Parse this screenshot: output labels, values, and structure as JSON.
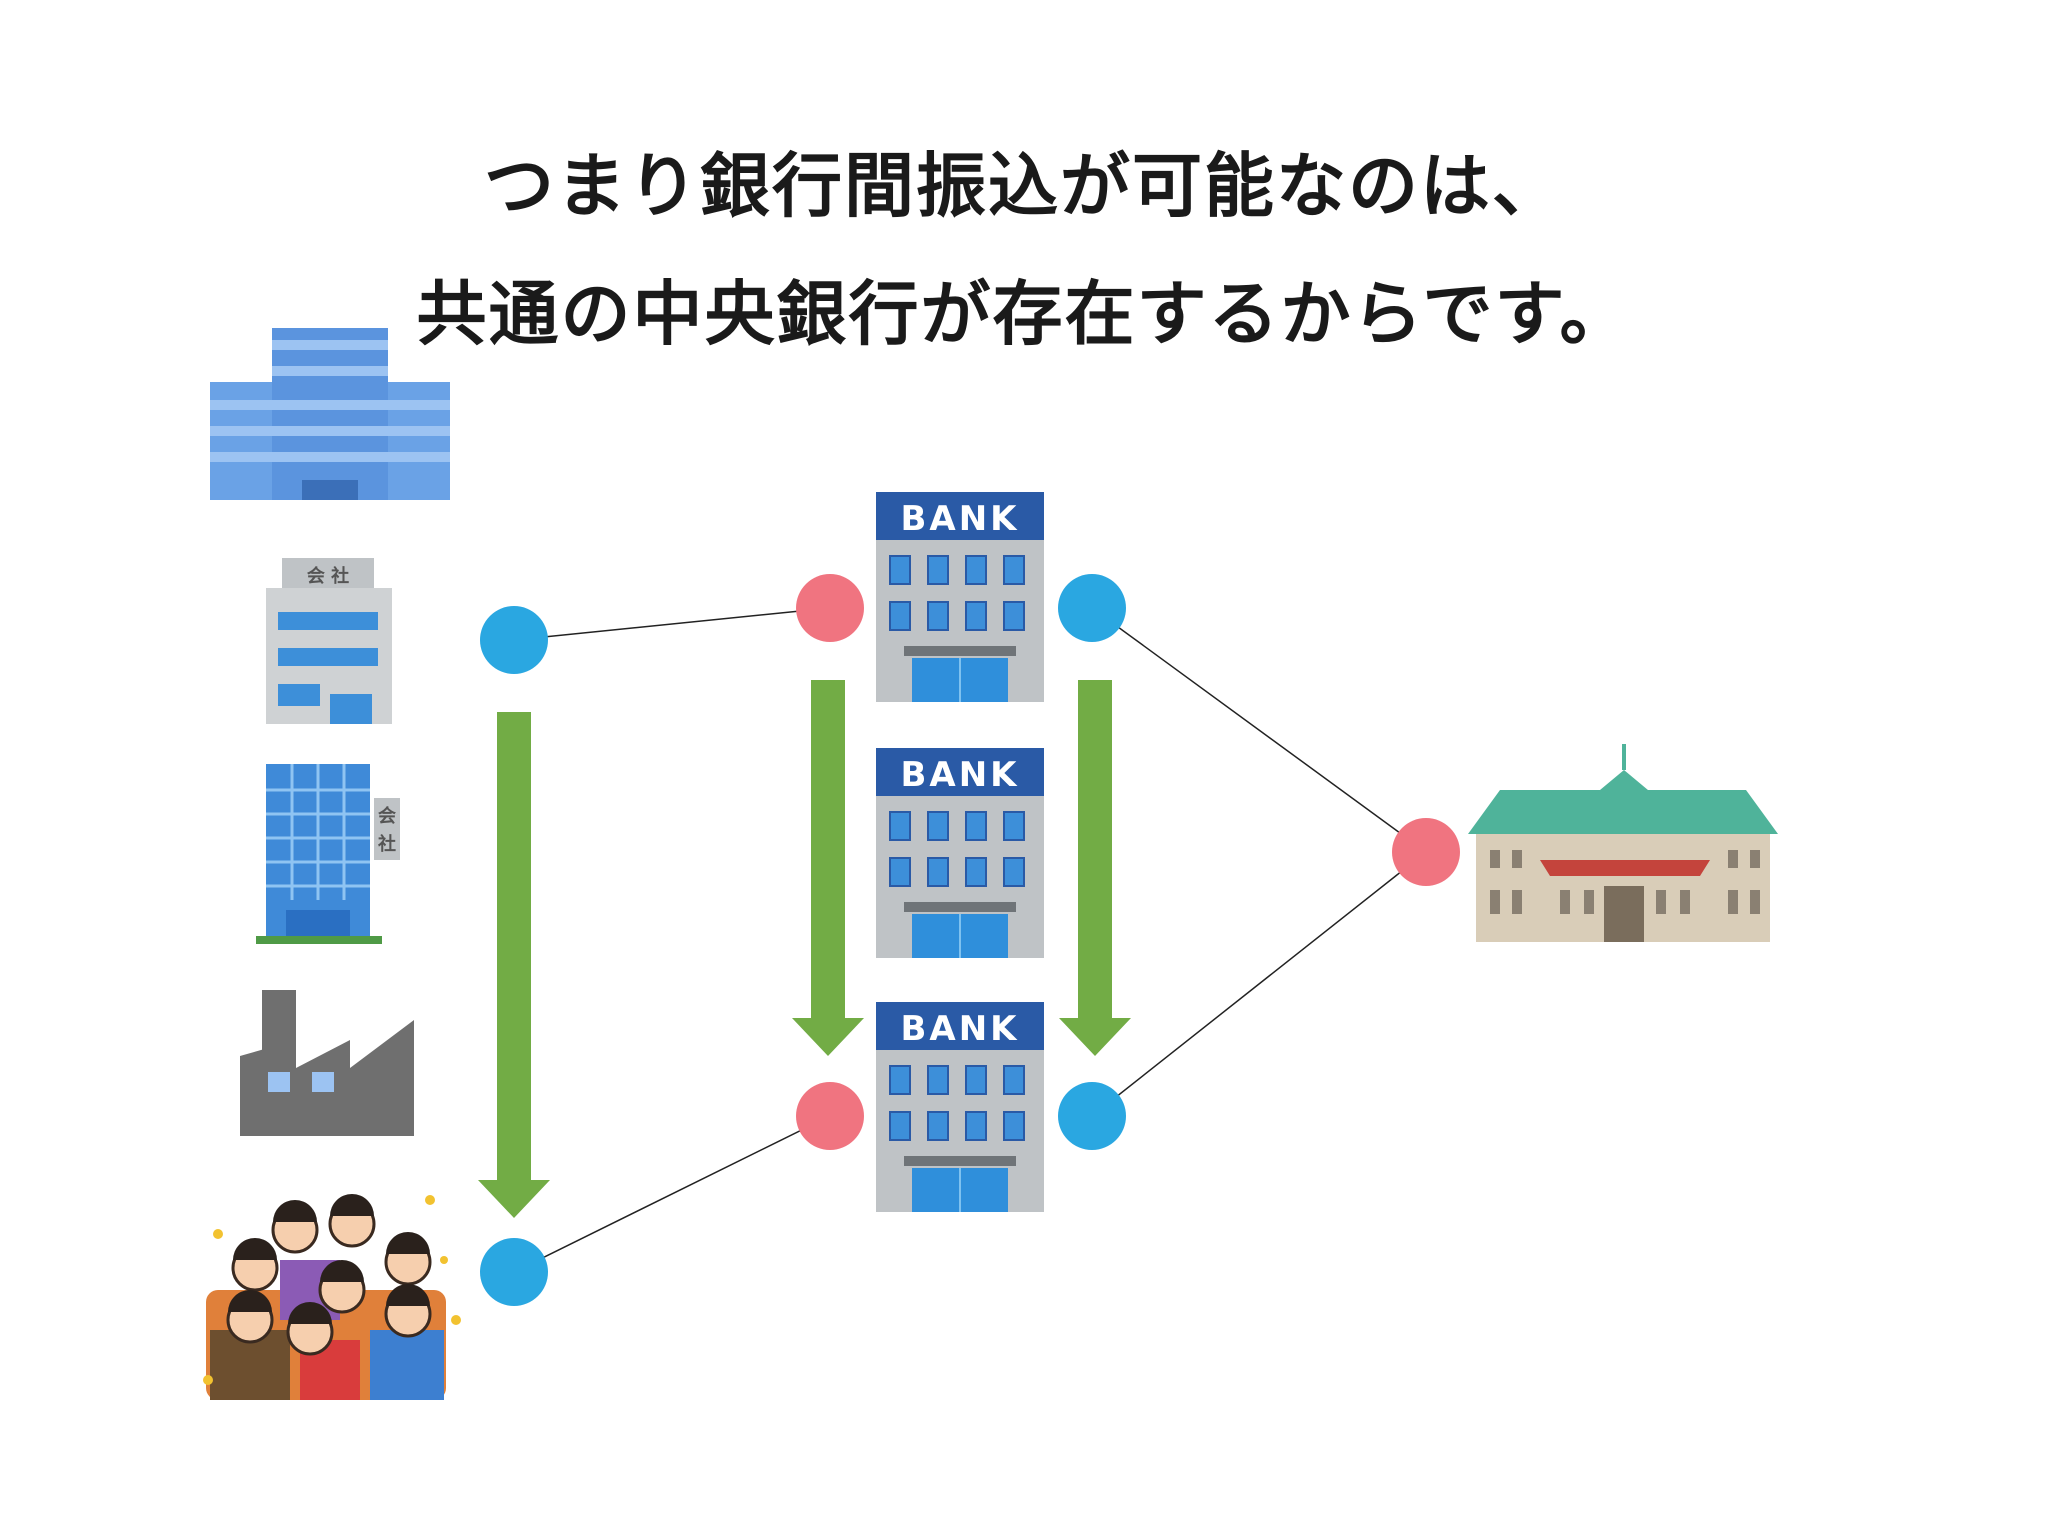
{
  "title": {
    "line1": "つまり銀行間振込が可能なのは、",
    "line2": "共通の中央銀行が存在するからです。"
  },
  "bank_sign": "BANK",
  "company_sign": "会 社",
  "company_sign_vertical": [
    "会",
    "社"
  ],
  "colors": {
    "blue_node": "#2aa7e1",
    "pink_node": "#f07480",
    "arrow": "#72ac45",
    "bank_header": "#2a5aa6",
    "building_gray": "#bfc3c6"
  },
  "icons": {
    "senders": [
      "office-tower-icon",
      "company-building-icon",
      "company-highrise-icon",
      "factory-icon"
    ],
    "receivers": [
      "crowd-of-people-icon"
    ],
    "banks": [
      "bank-building-icon",
      "bank-building-icon",
      "bank-building-icon"
    ],
    "central_bank": "central-bank-building-icon"
  }
}
